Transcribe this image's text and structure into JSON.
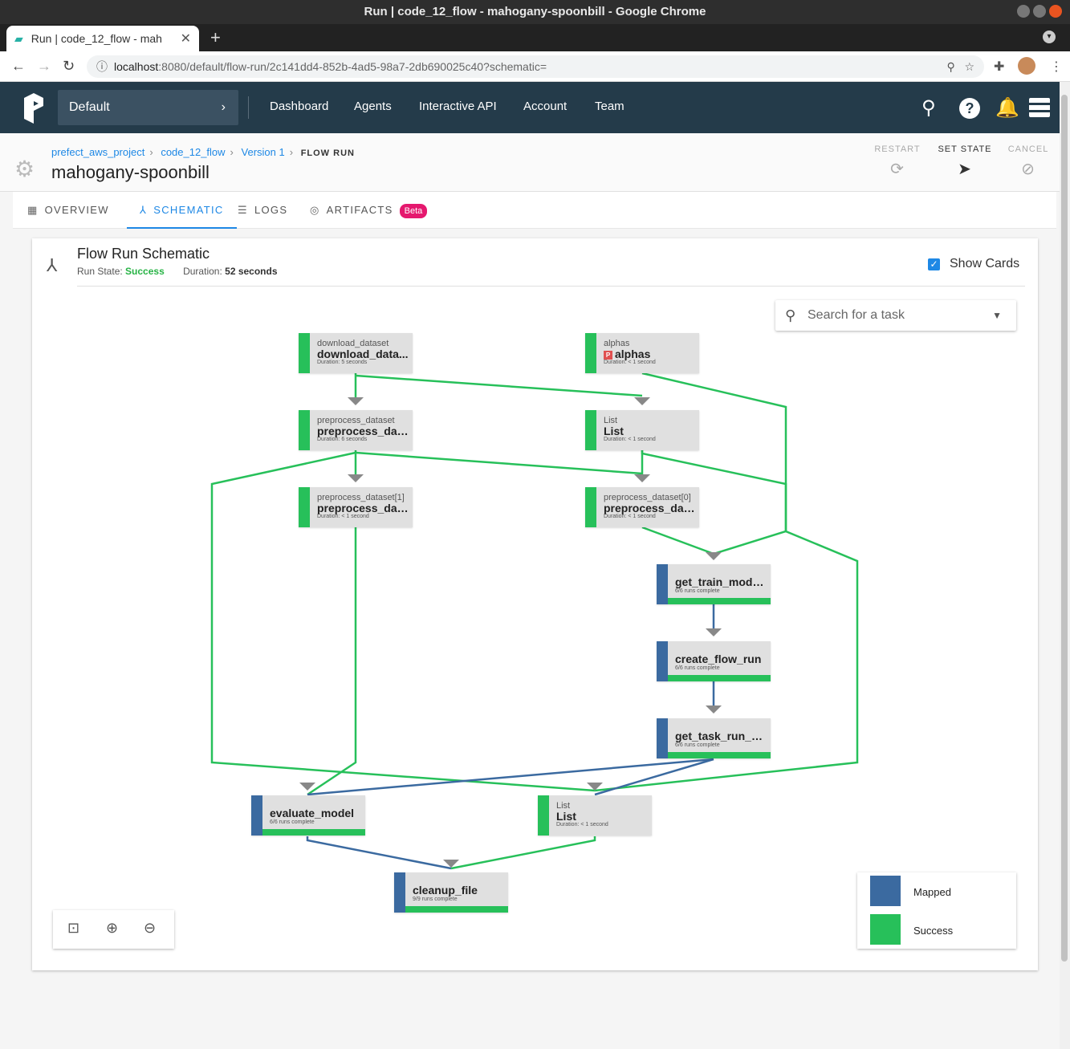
{
  "window": {
    "title": "Run | code_12_flow - mahogany-spoonbill - Google Chrome"
  },
  "browser": {
    "tab_title": "Run | code_12_flow - mah",
    "url_host": "localhost",
    "url_rest": ":8080/default/flow-run/2c141dd4-852b-4ad5-98a7-2db690025c40?schematic="
  },
  "nav": {
    "project": "Default",
    "links": [
      "Dashboard",
      "Agents",
      "Interactive API",
      "Account",
      "Team"
    ]
  },
  "breadcrumb": [
    "prefect_aws_project",
    "code_12_flow",
    "Version 1",
    "FLOW RUN"
  ],
  "run_name": "mahogany-spoonbill",
  "actions": {
    "restart": "RESTART",
    "set_state": "SET STATE",
    "cancel": "CANCEL"
  },
  "tabs": {
    "overview": "OVERVIEW",
    "schematic": "SCHEMATIC",
    "logs": "LOGS",
    "artifacts": "ARTIFACTS",
    "beta": "Beta"
  },
  "schematic": {
    "title": "Flow Run Schematic",
    "state_label": "Run State:",
    "state": "Success",
    "duration_label": "Duration:",
    "duration": "52 seconds",
    "show_cards": "Show Cards",
    "search_placeholder": "Search for a task"
  },
  "nodes": [
    {
      "id": "download",
      "small": "download_dataset",
      "name": "download_data...",
      "detail": "Duration: 5 seconds",
      "mapped": false
    },
    {
      "id": "alphas",
      "small": "alphas",
      "name": "alphas",
      "detail": "Duration: < 1 second",
      "mapped": false,
      "badge": "P"
    },
    {
      "id": "preprocess",
      "small": "preprocess_dataset",
      "name": "preprocess_dat...",
      "detail": "Duration: 6 seconds",
      "mapped": false
    },
    {
      "id": "list1",
      "small": "List",
      "name": "List",
      "detail": "Duration: < 1 second",
      "mapped": false
    },
    {
      "id": "pre1",
      "small": "preprocess_dataset[1]",
      "name": "preprocess_dat...",
      "detail": "Duration: < 1 second",
      "mapped": false
    },
    {
      "id": "pre0",
      "small": "preprocess_dataset[0]",
      "name": "preprocess_dat...",
      "detail": "Duration: < 1 second",
      "mapped": false
    },
    {
      "id": "train",
      "name": "get_train_mode...",
      "detail": "6/6 runs complete",
      "mapped": true
    },
    {
      "id": "create",
      "name": "create_flow_run",
      "detail": "6/6 runs complete",
      "mapped": true
    },
    {
      "id": "getrun",
      "name": "get_task_run_re...",
      "detail": "6/6 runs complete",
      "mapped": true
    },
    {
      "id": "evaluate",
      "name": "evaluate_model",
      "detail": "6/6 runs complete",
      "mapped": true
    },
    {
      "id": "list2",
      "small": "List",
      "name": "List",
      "detail": "Duration: < 1 second",
      "mapped": false
    },
    {
      "id": "cleanup",
      "name": "cleanup_file",
      "detail": "9/9 runs complete",
      "mapped": true
    }
  ],
  "legend": {
    "mapped": "Mapped",
    "success": "Success",
    "mapped_color": "#3b6aa0",
    "success_color": "#27c05a"
  }
}
